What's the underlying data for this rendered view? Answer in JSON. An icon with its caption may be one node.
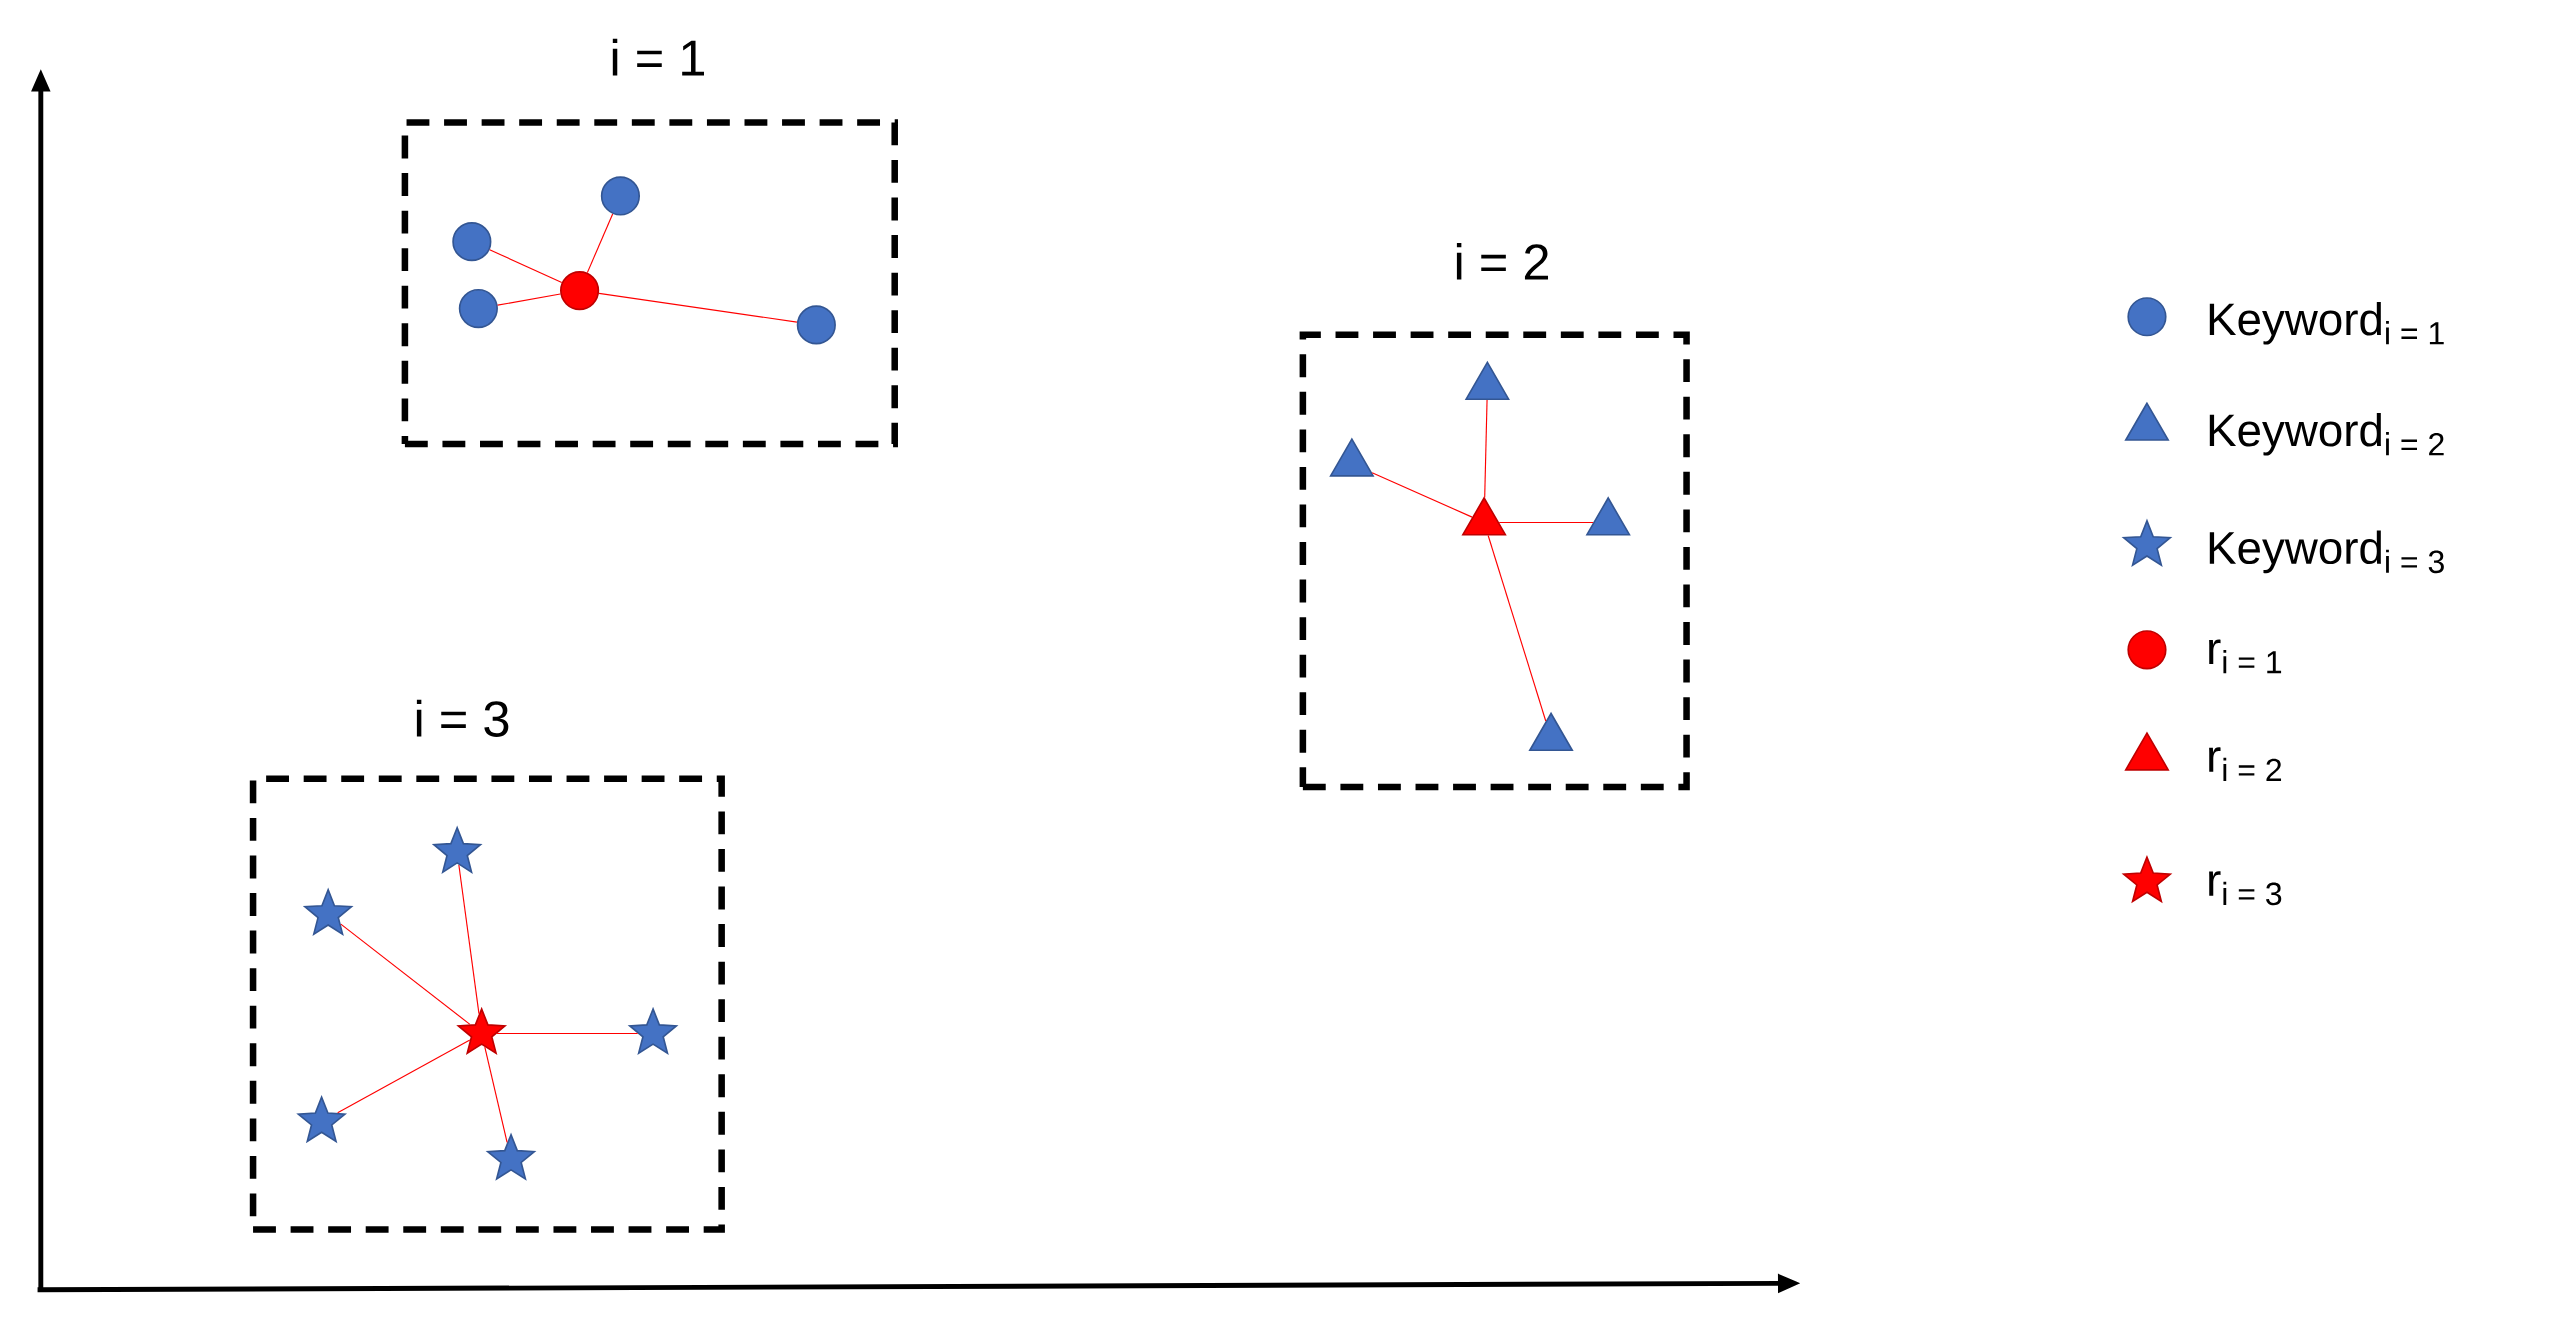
{
  "diagram": {
    "nodes": [
      {
        "text": [
          "i = 1"
        ]
      },
      {
        "text": [],
        "shape": "circle",
        "in": 0
      },
      {
        "text": [],
        "shape": "circle",
        "in": 0
      },
      {
        "text": [],
        "shape": "circle",
        "in": 0
      },
      {
        "text": [],
        "shape": "circle",
        "in": 0
      },
      {
        "text": [],
        "shape": "circle",
        "in": 0
      },
      {
        "text": [
          "i = 2"
        ]
      },
      {
        "text": [],
        "shape": "triangle",
        "in": 6
      },
      {
        "text": [],
        "shape": "triangle",
        "in": 6
      },
      {
        "text": [],
        "shape": "triangle",
        "in": 6
      },
      {
        "text": [],
        "shape": "triangle",
        "in": 6
      },
      {
        "text": [],
        "shape": "triangle",
        "in": 6
      },
      {
        "text": [
          "i = 3"
        ]
      },
      {
        "text": [],
        "shape": "star",
        "in": 12
      },
      {
        "text": [],
        "shape": "star",
        "in": 12
      },
      {
        "text": [],
        "shape": "star",
        "in": 12
      },
      {
        "text": [],
        "shape": "star",
        "in": 12
      },
      {
        "text": [],
        "shape": "star",
        "in": 12
      },
      {
        "text": [],
        "shape": "star",
        "in": 12
      }
    ],
    "edges": [
      {
        "from": 3,
        "to": 1,
        "arrow": "none"
      },
      {
        "from": 3,
        "to": 2,
        "arrow": "none"
      },
      {
        "from": 3,
        "to": 4,
        "arrow": "none"
      },
      {
        "from": 3,
        "to": 5,
        "arrow": "none"
      },
      {
        "from": 8,
        "to": 7,
        "arrow": "none"
      },
      {
        "from": 8,
        "to": 9,
        "arrow": "none"
      },
      {
        "from": 8,
        "to": 10,
        "arrow": "none"
      },
      {
        "from": 8,
        "to": 11,
        "arrow": "none"
      },
      {
        "from": 16,
        "to": 13,
        "arrow": "none"
      },
      {
        "from": 16,
        "to": 14,
        "arrow": "none"
      },
      {
        "from": 16,
        "to": 15,
        "arrow": "none"
      },
      {
        "from": 16,
        "to": 17,
        "arrow": "none"
      },
      {
        "from": 16,
        "to": 18,
        "arrow": "none"
      }
    ],
    "legend": [
      {
        "text": "Keyword$_{i = 1}$"
      },
      {
        "text": "Keyword$_{i = 2}$"
      },
      {
        "text": "Keyword$_{i = 3}$"
      },
      {
        "text": "r$_{i = 1}$"
      },
      {
        "text": "r$_{i = 2}$"
      },
      {
        "text": "r$_{i = 3}$"
      }
    ]
  }
}
